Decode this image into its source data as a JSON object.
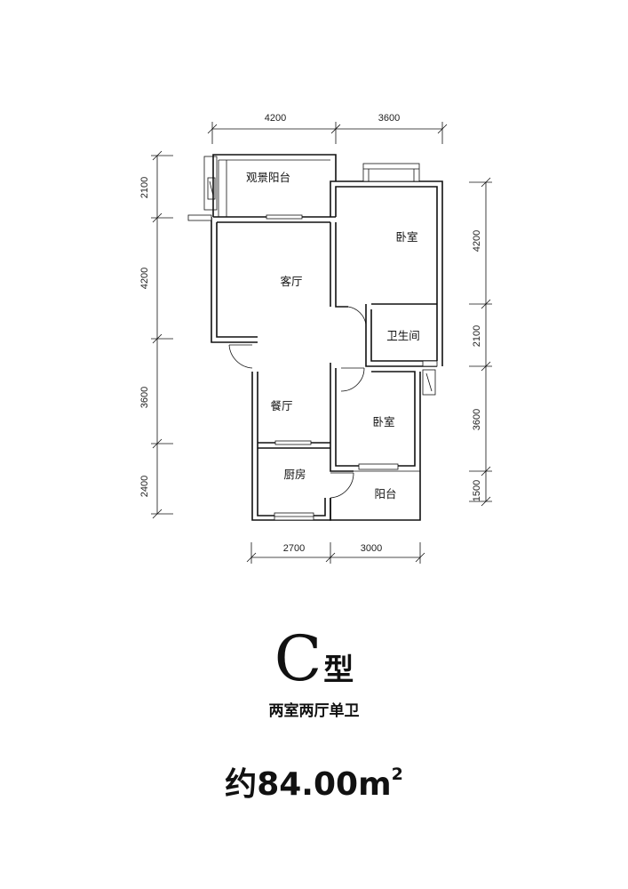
{
  "plan": {
    "dims_top": [
      "4200",
      "3600"
    ],
    "dims_bottom": [
      "2700",
      "3000"
    ],
    "dims_left": [
      "2100",
      "4200",
      "3600",
      "2400"
    ],
    "dims_right": [
      "4200",
      "2100",
      "3600",
      "1500"
    ],
    "rooms": {
      "view_balcony": "观景阳台",
      "master_bedroom": "卧室",
      "living_room": "客厅",
      "bathroom": "卫生间",
      "dining_room": "餐厅",
      "second_bedroom": "卧室",
      "kitchen": "厨房",
      "balcony": "阳台"
    }
  },
  "title": {
    "type_letter": "C",
    "type_suffix": "型",
    "layout": "两室两厅单卫",
    "area_prefix": "约",
    "area_value": "84.00",
    "area_unit": "m",
    "area_exp": "2"
  }
}
